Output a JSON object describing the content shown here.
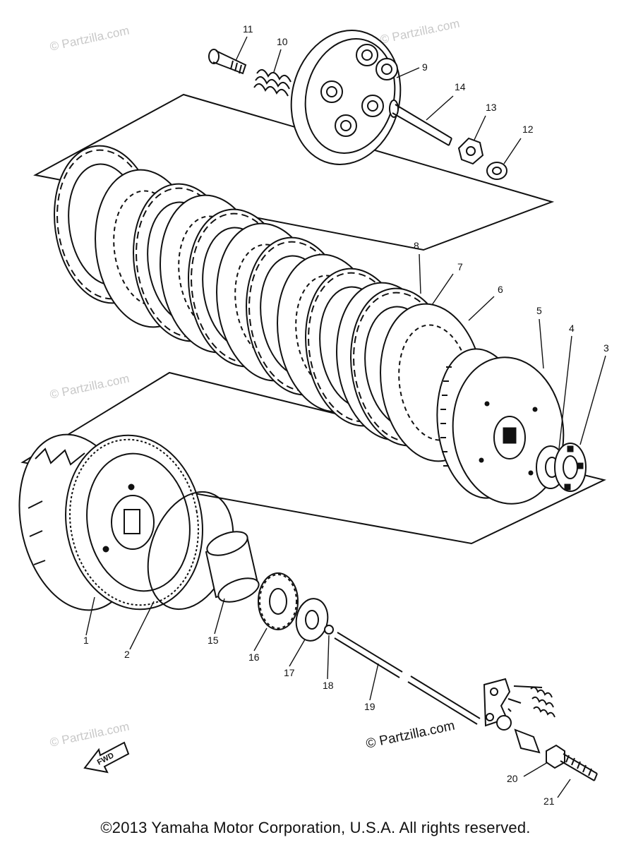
{
  "diagram": {
    "callouts": [
      {
        "id": "c1",
        "text": "1"
      },
      {
        "id": "c2",
        "text": "2"
      },
      {
        "id": "c3",
        "text": "3"
      },
      {
        "id": "c4",
        "text": "4"
      },
      {
        "id": "c5",
        "text": "5"
      },
      {
        "id": "c6",
        "text": "6"
      },
      {
        "id": "c7",
        "text": "7"
      },
      {
        "id": "c8",
        "text": "8"
      },
      {
        "id": "c9",
        "text": "9"
      },
      {
        "id": "c10",
        "text": "10"
      },
      {
        "id": "c11",
        "text": "11"
      },
      {
        "id": "c12",
        "text": "12"
      },
      {
        "id": "c13",
        "text": "13"
      },
      {
        "id": "c14",
        "text": "14"
      },
      {
        "id": "c15",
        "text": "15"
      },
      {
        "id": "c16",
        "text": "16"
      },
      {
        "id": "c17",
        "text": "17"
      },
      {
        "id": "c18",
        "text": "18"
      },
      {
        "id": "c19",
        "text": "19"
      },
      {
        "id": "c20",
        "text": "20"
      },
      {
        "id": "c21",
        "text": "21"
      }
    ],
    "fwd_label": "FWD",
    "watermark_faint": "© Partzilla.com",
    "watermark_bold": "© Partzilla.com"
  },
  "footer": {
    "copyright": "©2013 Yamaha Motor Corporation, U.S.A. All rights reserved."
  }
}
